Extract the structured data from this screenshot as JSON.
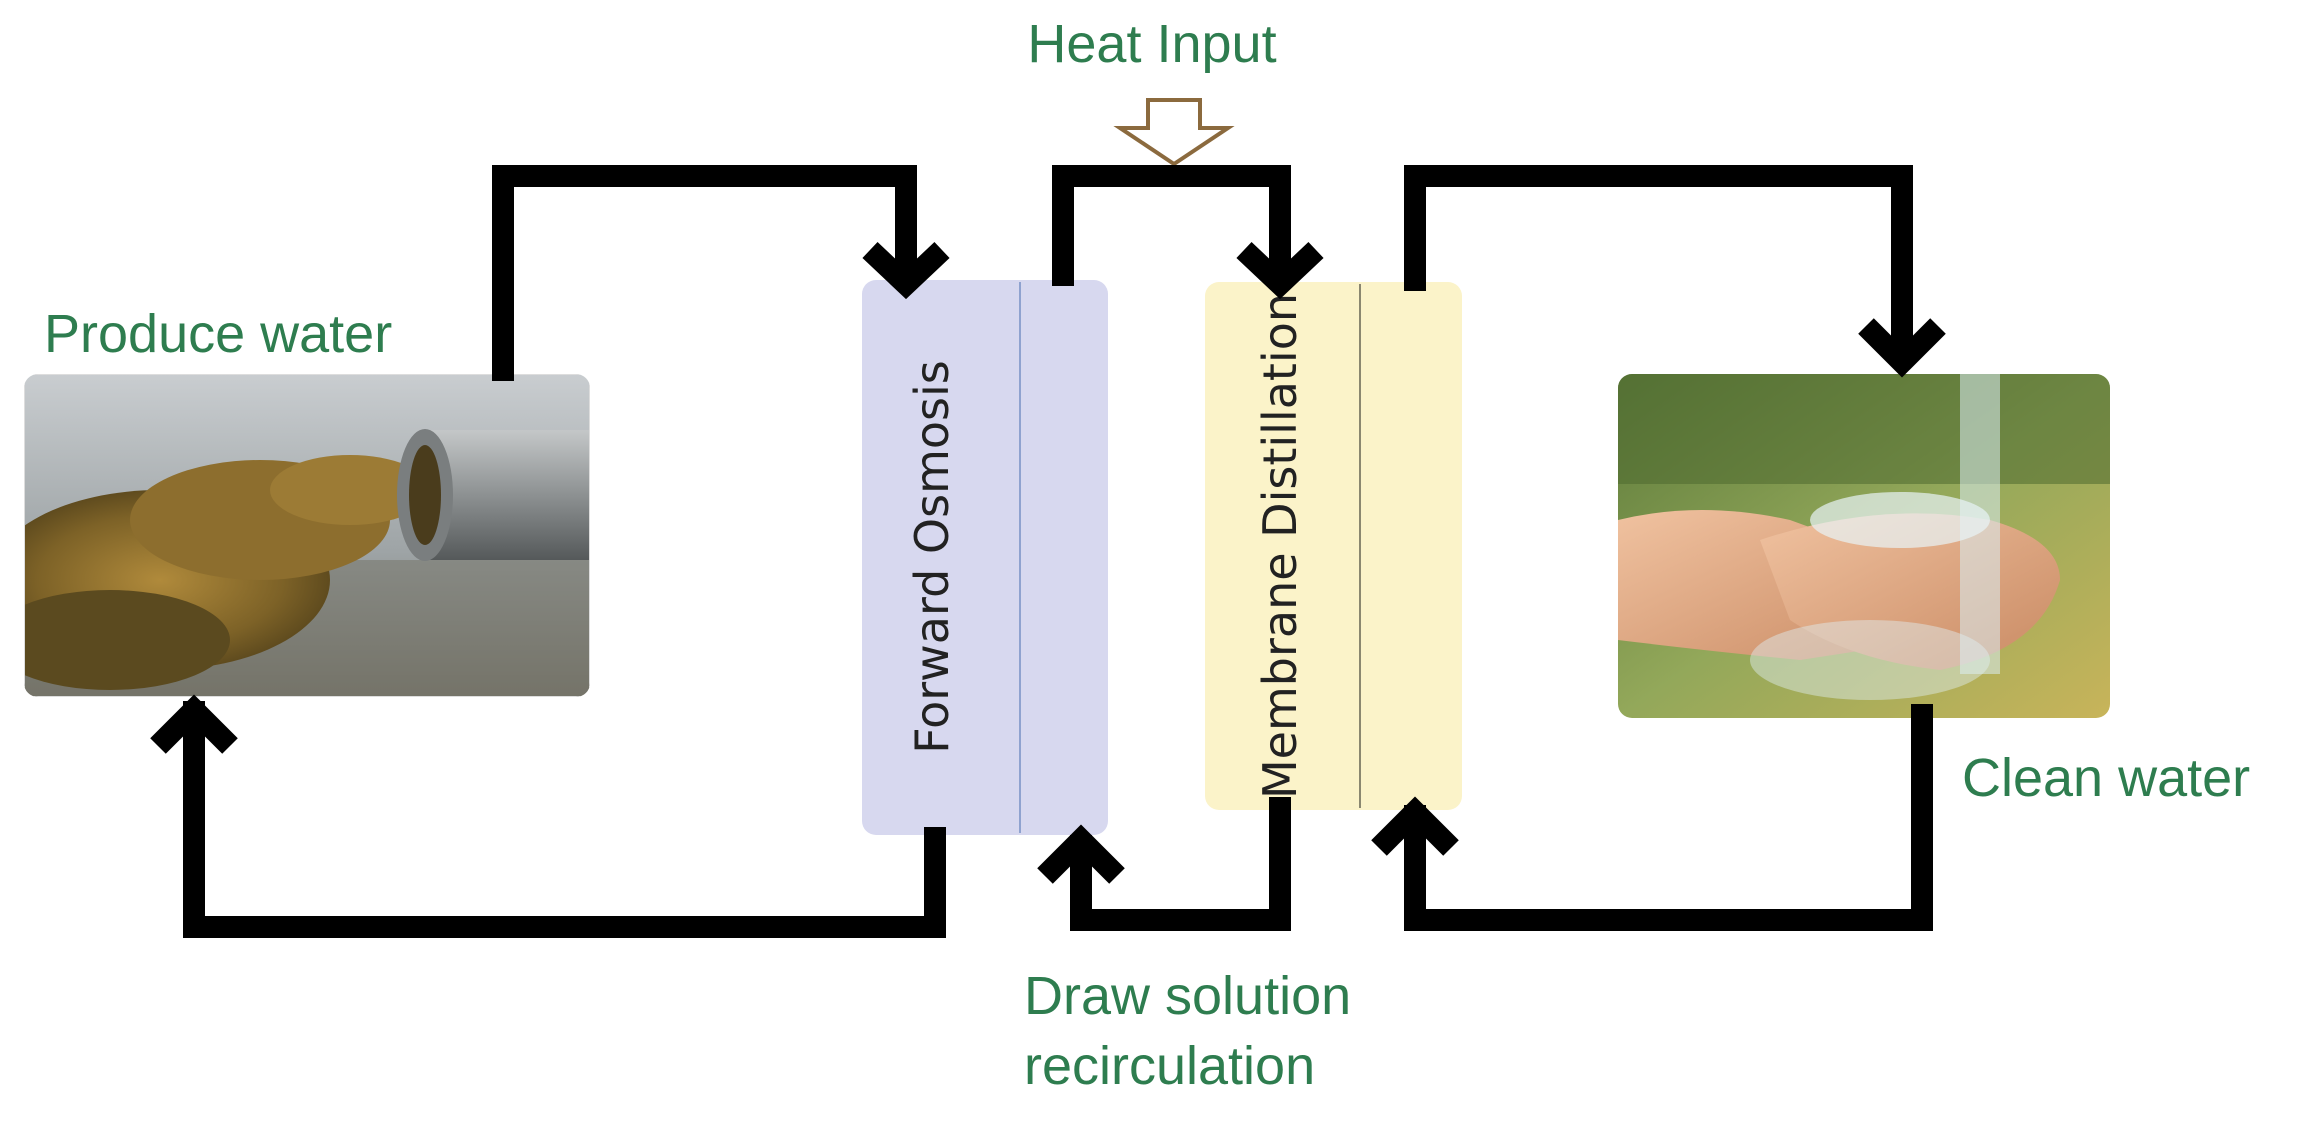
{
  "labels": {
    "heat_input": "Heat Input",
    "produce_water": "Produce water",
    "clean_water": "Clean water",
    "draw_solution_line1": "Draw solution",
    "draw_solution_line2": "recirculation"
  },
  "units": {
    "forward_osmosis": "Forward Osmosis",
    "membrane_distillation": "Membrane Distillation"
  },
  "colors": {
    "label_green": "#2e7d4f",
    "forward_osmosis_fill": "#d7d8ef",
    "membrane_distillation_fill": "#fbf3c9",
    "heat_arrow_stroke": "#8b6a3e",
    "flow_lines": "#000000"
  },
  "images": {
    "produce_water_photo": "wastewater-discharge-pipe",
    "clean_water_photo": "hands-cupping-clean-water"
  }
}
